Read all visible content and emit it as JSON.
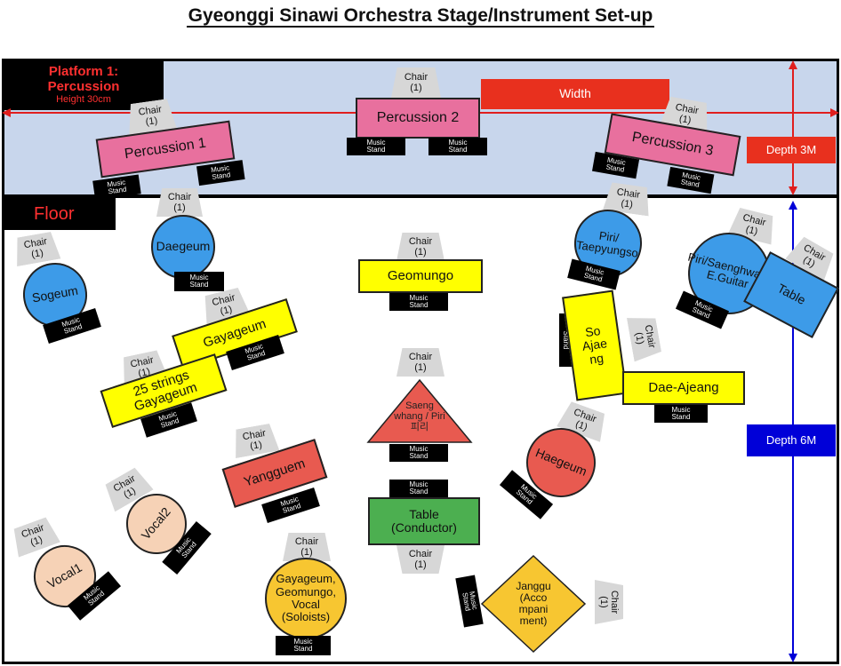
{
  "title": "Gyeonggi Sinawi Orchestra Stage/Instrument Set-up",
  "platform": {
    "line1": "Platform 1:",
    "line2": "Percussion",
    "line3": "Height 30cm"
  },
  "floor_label": "Floor",
  "width_label": "Width",
  "depth_platform": "Depth 3M",
  "depth_floor": "Depth 6M",
  "chair": "Chair",
  "chair_count": "(1)",
  "music_stand": "Music",
  "stand": "Stand",
  "instruments": {
    "percussion1": "Percussion 1",
    "percussion2": "Percussion 2",
    "percussion3": "Percussion 3",
    "daegeum": "Daegeum",
    "sogeum": "Sogeum",
    "geomungo": "Geomungo",
    "piri_taepyungso": "Piri/ Taepyungso",
    "piri_saenghwang_guitar": "Piri/Saenghwang E.Guitar",
    "table": "Table",
    "gayageum": "Gayageum",
    "gayageum25": "25 strings Gayageum",
    "so_ajaeng": "So Ajae ng",
    "dae_ajeang": "Dae-Ajeang",
    "saenghwang_piri": "Saeng whang / Piri 피리",
    "haegeum": "Haegeum",
    "yangguem": "Yangguem",
    "table_conductor_1": "Table",
    "table_conductor_2": "(Conductor)",
    "vocal1": "Vocal1",
    "vocal2": "Vocal2",
    "soloists_1": "Gayageum, Geomungo, Vocal",
    "soloists_2": "(Soloists)",
    "janggu": "Janggu (Acco mpani ment)"
  },
  "colors": {
    "platform_bg": "#c8d6ec",
    "percussion": "#e8709e",
    "width_bar": "#e8301e",
    "depth3": "#e8301e",
    "depth6": "#0000d8",
    "arrow_red": "#e01e1e",
    "arrow_blue": "#0000d8",
    "wind": "#3d9be8",
    "string": "#ffff00",
    "red_group": "#e85a50",
    "conductor": "#4caf50",
    "vocal": "#f6d2b6",
    "soloist": "#f7c631"
  }
}
